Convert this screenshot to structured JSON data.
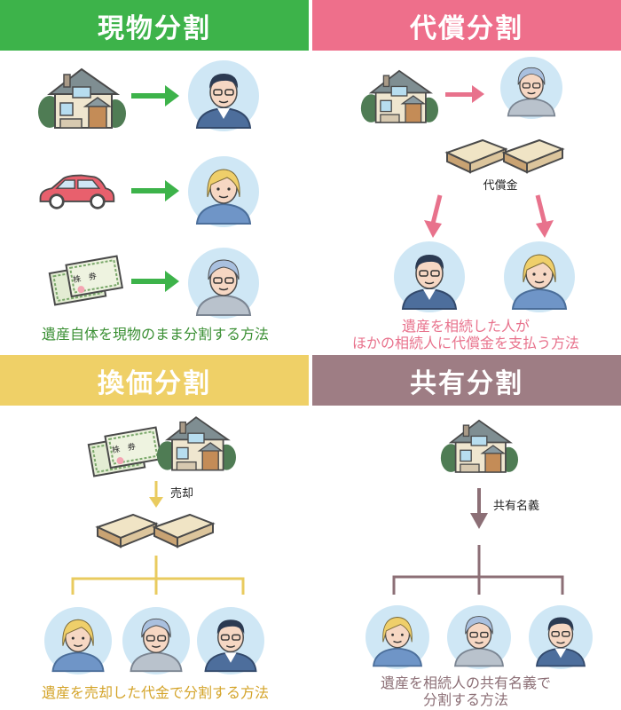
{
  "colors": {
    "green": "#3db34a",
    "pink": "#ee6f8b",
    "yellow": "#efd067",
    "mauve": "#9e7d84",
    "arrow_green": "#3db34a",
    "arrow_pink": "#e8728c",
    "arrow_yellow": "#e9cb5f",
    "arrow_mauve": "#8c6f76",
    "skin": "#f6d7c3",
    "circle": "#cfe7f5",
    "suit": "#4d6e9c"
  },
  "panels": {
    "genbutsu": {
      "title": "現物分割",
      "caption": "遺産自体を現物のまま分割する方法",
      "stock_text": "株　券"
    },
    "daisho": {
      "title": "代償分割",
      "money_label": "代償金",
      "caption_line1": "遺産を相続した人が",
      "caption_line2": "ほかの相続人に代償金を支払う方法"
    },
    "kanka": {
      "title": "換価分割",
      "sell_label": "売却",
      "caption": "遺産を売却した代金で分割する方法",
      "stock_text": "株　券"
    },
    "kyoyu": {
      "title": "共有分割",
      "name_label": "共有名義",
      "caption_line1": "遺産を相続人の共有名義で",
      "caption_line2": "分割する方法"
    }
  },
  "icons": [
    "house-icon",
    "car-icon",
    "stock-certificate-icon",
    "money-bundle-icon",
    "arrow-icon",
    "person-icon"
  ]
}
